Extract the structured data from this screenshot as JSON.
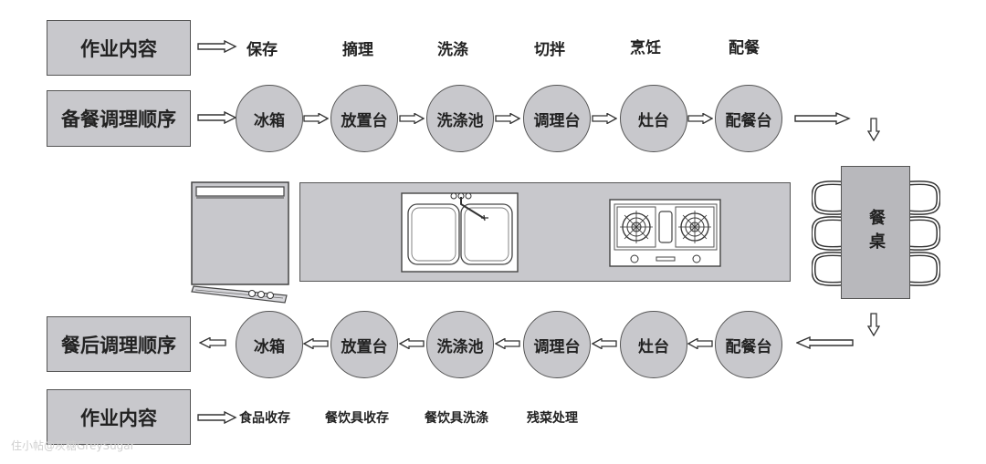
{
  "rows": {
    "work_top": {
      "label": "作业内容",
      "tasks": [
        "保存",
        "摘理",
        "洗涤",
        "切拌",
        "烹饪",
        "配餐"
      ]
    },
    "pre_meal": {
      "label": "备餐调理顺序",
      "steps": [
        "冰箱",
        "放置台",
        "洗涤池",
        "调理台",
        "灶台",
        "配餐台"
      ]
    },
    "post_meal": {
      "label": "餐后调理顺序",
      "steps": [
        "配餐台",
        "灶台",
        "调理台",
        "洗涤池",
        "放置台",
        "冰箱"
      ]
    },
    "work_bottom": {
      "label": "作业内容",
      "tasks": [
        "食品收存",
        "餐饮具收存",
        "餐饮具洗涤",
        "残菜处理"
      ]
    }
  },
  "dining_table": {
    "label": "餐桌"
  },
  "watermark": "住小帖@灰糖GreySugar",
  "colors": {
    "fill": "#c8c8cc",
    "stroke": "#555555",
    "background": "#ffffff"
  }
}
